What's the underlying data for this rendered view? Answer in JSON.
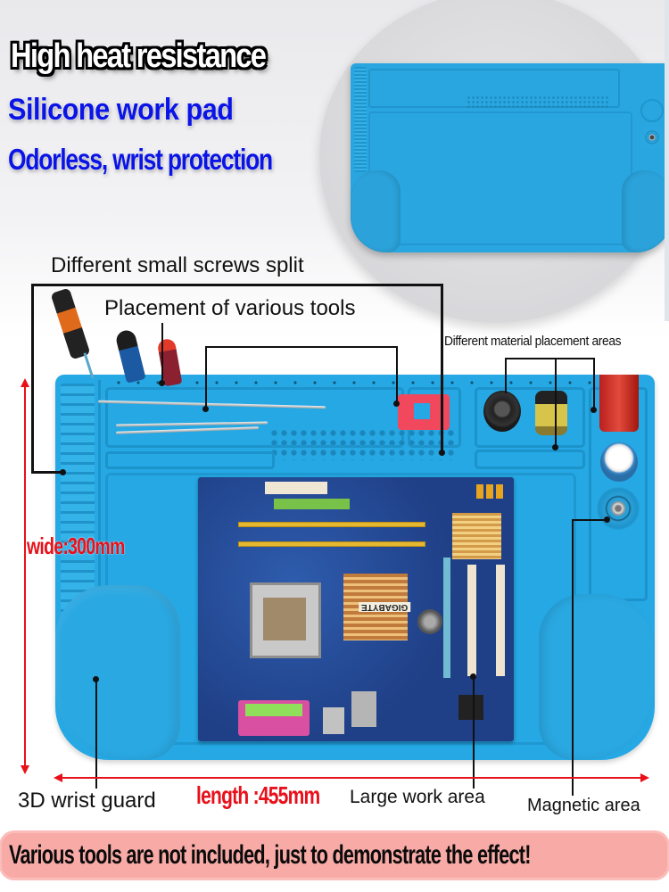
{
  "headline": {
    "line1": "High heat resistance",
    "line2": "Silicone work pad",
    "line3": "Odorless, wrist protection"
  },
  "callouts": {
    "screws": "Different small screws split",
    "tools": "Placement of various tools",
    "material": "Different material placement areas",
    "wrist_guard": "3D wrist guard",
    "large_area": "Large work area",
    "magnetic": "Magnetic area"
  },
  "dimensions": {
    "width": "wide:300mm",
    "length": "length :455mm"
  },
  "motherboard": {
    "brand": "GIGABYTE"
  },
  "disclaimer": "Various tools are not included, just to demonstrate the effect!",
  "colors": {
    "mat_blue": "#25a8e3",
    "headline_blue": "#0a14e6",
    "dimension_red": "#e8101a",
    "banner_pink": "#f8aaa6"
  }
}
